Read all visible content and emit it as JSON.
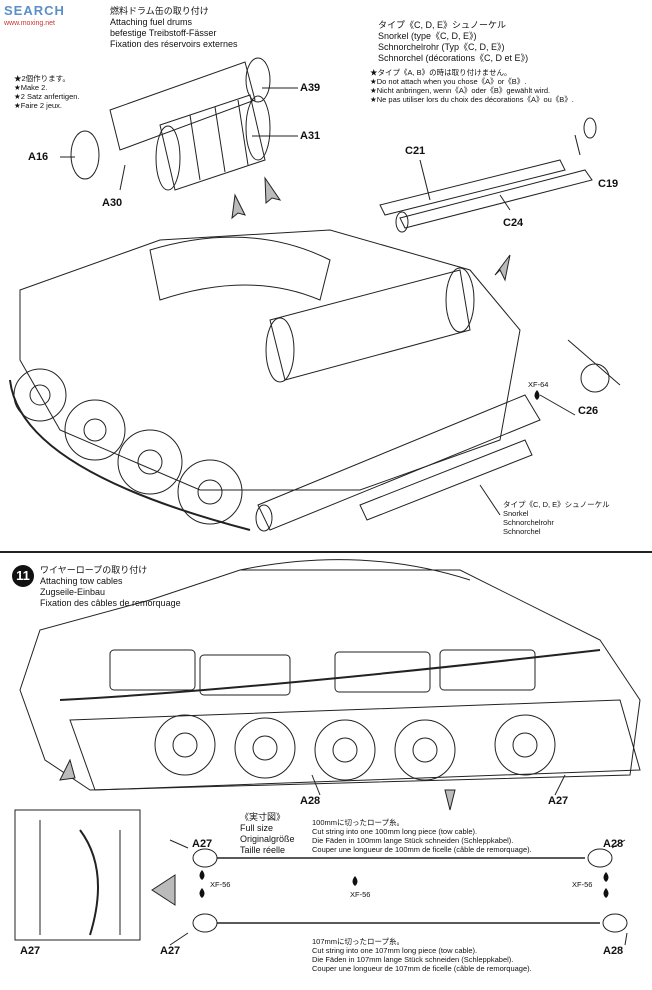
{
  "watermark": {
    "brand": "SEARCH",
    "site": "www.moxing.net"
  },
  "step10": {
    "drums": {
      "jp": "燃料ドラム缶の取り付け",
      "en": "Attaching fuel drums",
      "de": "befestige Treibstoff-Fässer",
      "fr": "Fixation des réservoirs externes"
    },
    "make2": {
      "jp": "★2個作ります。",
      "en": "★Make 2.",
      "de": "★2 Satz anfertigen.",
      "fr": "★Faire 2 jeux."
    },
    "snorkel": {
      "jp": "タイプ《C, D, E》シュノーケル",
      "en": "Snorkel (type《C, D, E》)",
      "de": "Schnorchelrohr (Typ《C, D, E》)",
      "fr": "Schnorchel (décorations《C, D et E》)"
    },
    "warn": {
      "jp": "★タイプ《A, B》の時は取り付けません。",
      "en": "★Do not attach when you chose《A》or《B》.",
      "de": "★Nicht anbringen, wenn《A》oder《B》gewählt wird.",
      "fr": "★Ne pas utiliser lors du choix des décorations《A》ou《B》."
    },
    "parts": {
      "a39": "A39",
      "a31": "A31",
      "a16": "A16",
      "a30": "A30",
      "c21": "C21",
      "c19": "C19",
      "c24": "C24",
      "c26": "C26",
      "xf64": "XF-64"
    },
    "callout": {
      "jp": "タイプ《C, D, E》シュノーケル",
      "l1": "Snorkel",
      "l2": "Schnorchelrohr",
      "l3": "Schnorchel"
    }
  },
  "step11": {
    "number": "11",
    "jp": "ワイヤーロープの取り付け",
    "en": "Attaching tow cables",
    "de": "Zugseile-Einbau",
    "fr": "Fixation des câbles de remorquage",
    "parts": {
      "a28": "A28",
      "a27": "A27",
      "xf56": "XF-56"
    },
    "fullsize": {
      "jp": "《実寸図》",
      "en": "Full size",
      "de": "Originalgröße",
      "fr": "Taille réelle"
    },
    "cable100": {
      "jp": "100mmに切ったロープ糸。",
      "en": "Cut string into one 100mm long piece (tow cable).",
      "de": "Die Fäden in 100mm lange Stück schneiden (Schleppkabel).",
      "fr": "Couper une longueur de 100mm de ficelle (câble de remorquage)."
    },
    "cable107": {
      "jp": "107mmに切ったロープ糸。",
      "en": "Cut string into one 107mm long piece (tow cable).",
      "de": "Die Fäden in 107mm lange Stück schneiden (Schleppkabel).",
      "fr": "Couper une longueur de 107mm de ficelle (câble de remorquage)."
    }
  }
}
